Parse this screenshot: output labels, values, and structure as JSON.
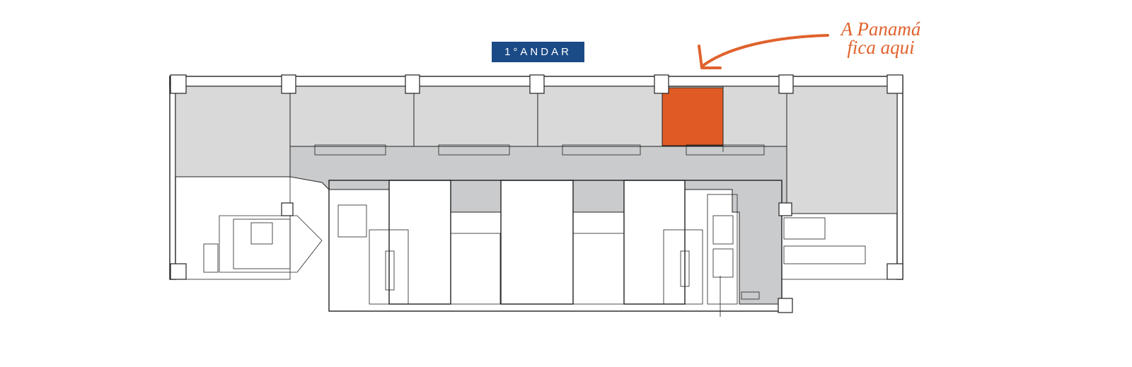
{
  "floor_label": "1°ANDAR",
  "annotation": {
    "line1": "A Panamá",
    "line2": "fica aqui"
  },
  "colors": {
    "highlight": "#e05a25",
    "label_bg": "#1b4b86",
    "room": "#d9d9d9",
    "corridor": "#c9cbcd"
  }
}
